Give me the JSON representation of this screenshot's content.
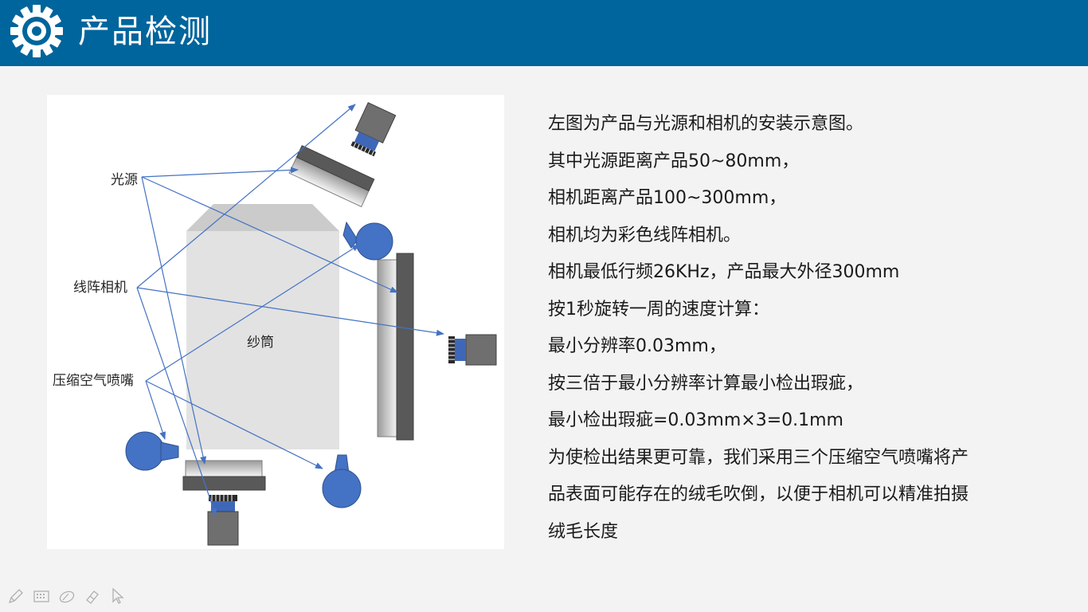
{
  "header": {
    "title": "产品检测",
    "icon": "gear-icon",
    "background_color": "#00659c"
  },
  "diagram": {
    "labels": {
      "light_source": "光源",
      "line_camera": "线阵相机",
      "air_nozzle": "压缩空气喷嘴",
      "bobbin": "纱筒"
    },
    "accent_color": "#4472c4"
  },
  "description": {
    "lines": [
      "左图为产品与光源和相机的安装示意图。",
      "其中光源距离产品50~80mm，",
      "相机距离产品100~300mm，",
      "相机均为彩色线阵相机。",
      "相机最低行频26KHz，产品最大外径300mm",
      "按1秒旋转一周的速度计算：",
      "最小分辨率0.03mm，",
      "按三倍于最小分辨率计算最小检出瑕疵，",
      "最小检出瑕疵=0.03mm×3=0.1mm",
      "为使检出结果更可靠，我们采用三个压缩空气喷嘴将产",
      "品表面可能存在的绒毛吹倒，以便于相机可以精准拍摄",
      "绒毛长度"
    ]
  },
  "toolbar": {
    "tools": [
      "pen-icon",
      "keyboard-icon",
      "eraser-icon",
      "highlighter-icon",
      "pointer-arrow-icon"
    ]
  }
}
